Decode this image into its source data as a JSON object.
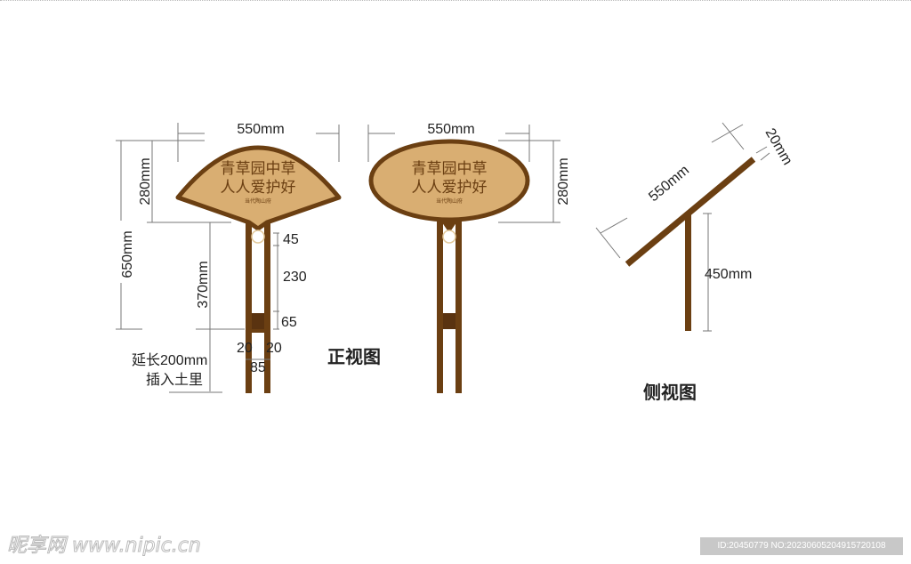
{
  "colors": {
    "brown": "#6b3f12",
    "fill": "#d9ae72",
    "dim": "#777777"
  },
  "front_fan": {
    "line1": "青草园中草",
    "line2": "人人爱护好",
    "brand": "当代陶山府",
    "width": "550mm",
    "height_total": "650mm",
    "height_sign": "280mm",
    "height_post": "370mm",
    "d45": "45",
    "d230": "230",
    "d65": "65",
    "d20a": "20",
    "d20b": "20",
    "d85": "85",
    "note1": "延长200mm",
    "note2": "插入土里"
  },
  "front_oval": {
    "line1": "青草园中草",
    "line2": "人人爱护好",
    "brand": "当代陶山府",
    "width": "550mm",
    "height": "280mm"
  },
  "front_title": "正视图",
  "side": {
    "length": "550mm",
    "thickness": "20mm",
    "height": "450mm",
    "title": "侧视图"
  },
  "watermark": {
    "logo": "昵享网 www.nipic.cn",
    "id": "ID:20450779 NO:20230605204915720108"
  }
}
